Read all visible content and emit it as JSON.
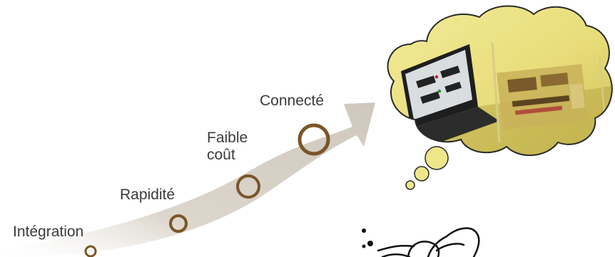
{
  "steps": [
    {
      "label": "Intégration"
    },
    {
      "label": "Rapidité"
    },
    {
      "label_line1": "Faible",
      "label_line2": "coût"
    },
    {
      "label": "Connecté"
    }
  ],
  "colors": {
    "arrow": "#d6d0c6",
    "ring": "#7a5527",
    "text": "#3a3a3a",
    "cloud_fill": "#efe68a",
    "cloud_outline": "#2a2a2a",
    "laptop": "#1e1e1e",
    "screen": "#d9dde0"
  },
  "illustration": {
    "thought_bubble": "photo-of-laptop-and-electronics-board",
    "doodle": "sketch-character-head"
  }
}
